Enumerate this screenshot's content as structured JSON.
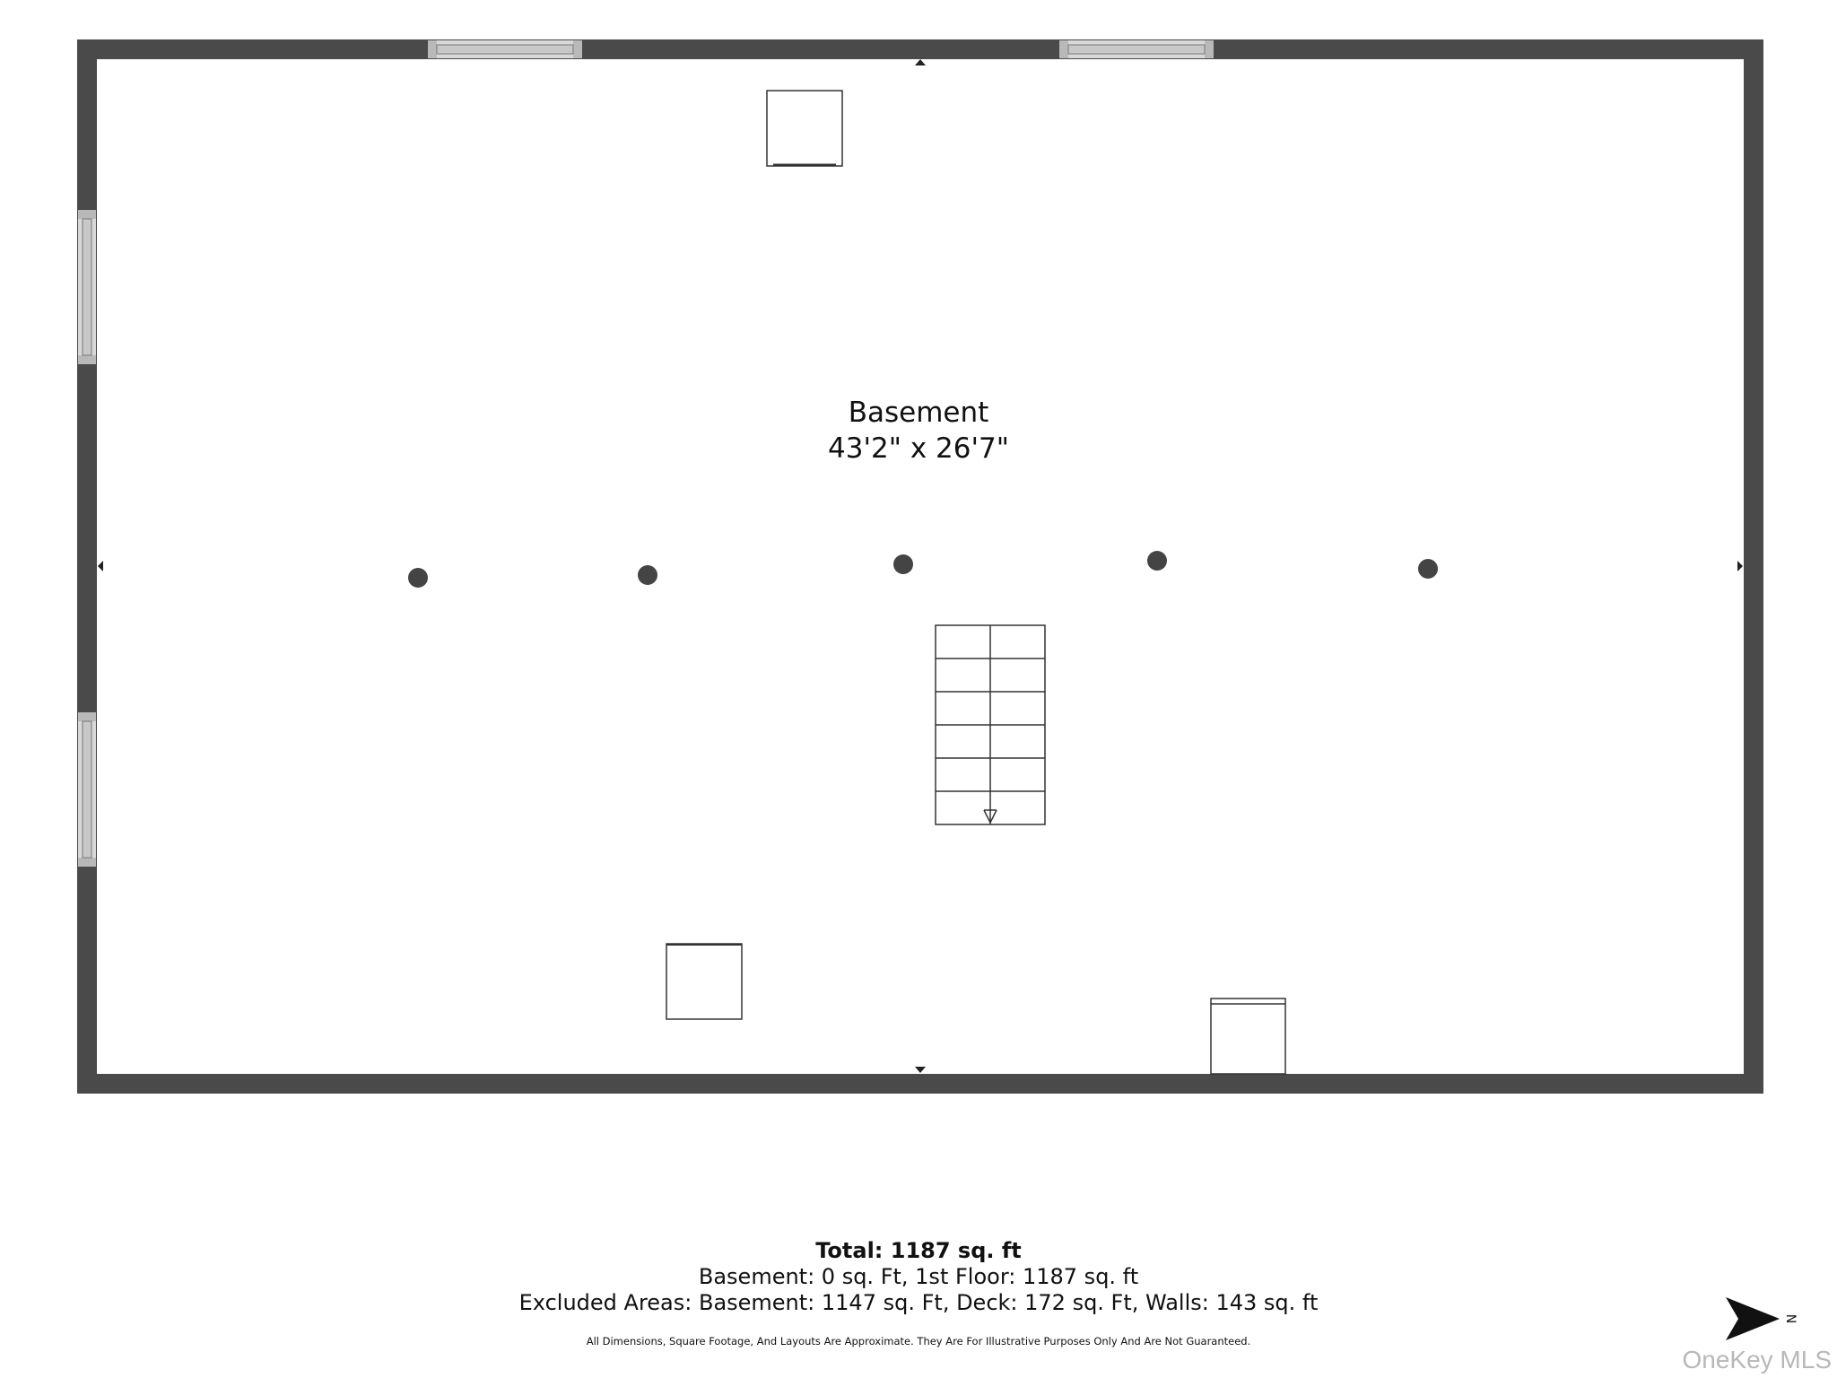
{
  "room": {
    "name": "Basement",
    "dimensions": "43'2\" x 26'7\""
  },
  "summary": {
    "total": "Total: 1187 sq. ft",
    "line1": "Basement: 0 sq. Ft, 1st Floor: 1187 sq. ft",
    "line2": "Excluded Areas: Basement: 1147 sq. Ft, Deck: 172 sq. Ft, Walls: 143 sq. ft"
  },
  "disclaimer": "All Dimensions, Square Footage, And Layouts Are Approximate. They Are For Illustrative Purposes Only And Are Not Guaranteed.",
  "north_label": "N",
  "watermark": "OneKey MLS",
  "colors": {
    "wall": "#4a4a4a",
    "window": "#b9b9b9",
    "column": "#444444"
  },
  "icons": {
    "north_arrow": "compass-arrow-icon"
  }
}
